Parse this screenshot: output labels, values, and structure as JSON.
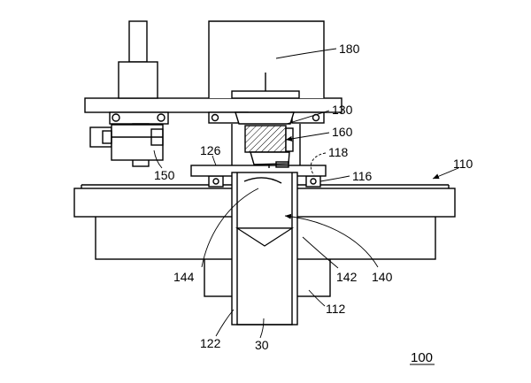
{
  "labels": {
    "l180": "180",
    "l130": "130",
    "l160": "160",
    "l118": "118",
    "l126": "126",
    "l110": "110",
    "l116": "116",
    "l150": "150",
    "l144": "144",
    "l142": "142",
    "l140": "140",
    "l112": "112",
    "l122": "122",
    "l30": "30"
  },
  "figure_ref": "100"
}
